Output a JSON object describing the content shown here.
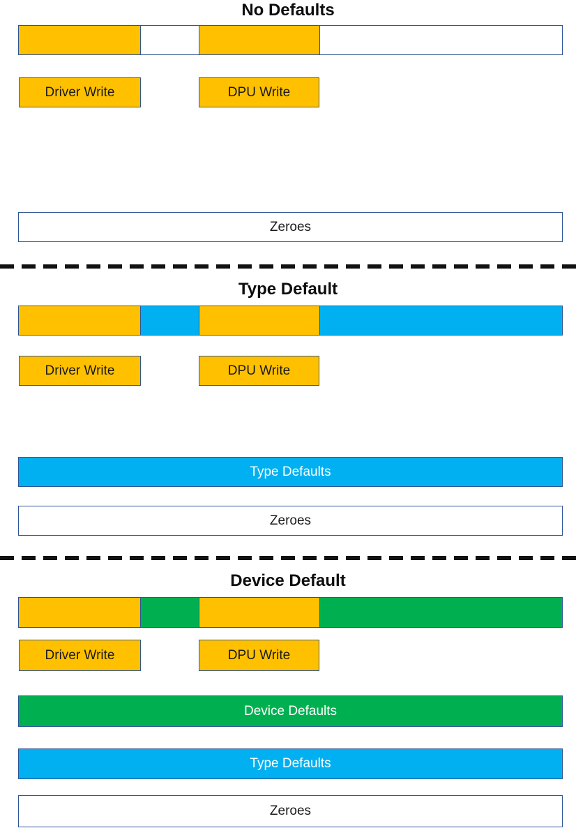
{
  "colors": {
    "yellow": "#FFC000",
    "blue": "#00B0F0",
    "green": "#00B050",
    "border": "#2F5597",
    "text_light": "#FFFFFF",
    "divider": "#111111"
  },
  "sections": [
    {
      "title": "No Defaults",
      "memory_bar": {
        "fill": "white",
        "segment_color": "yellow",
        "segments": [
          "driver-write",
          "dpu-write"
        ]
      },
      "driver_write_label": "Driver Write",
      "dpu_write_label": "DPU Write",
      "layers": [
        {
          "label": "Zeroes",
          "fill": "white"
        }
      ]
    },
    {
      "title": "Type Default",
      "memory_bar": {
        "fill": "blue",
        "segment_color": "yellow",
        "segments": [
          "driver-write",
          "dpu-write"
        ]
      },
      "driver_write_label": "Driver Write",
      "dpu_write_label": "DPU Write",
      "layers": [
        {
          "label": "Type Defaults",
          "fill": "blue"
        },
        {
          "label": "Zeroes",
          "fill": "white"
        }
      ]
    },
    {
      "title": "Device Default",
      "memory_bar": {
        "fill": "green",
        "segment_color": "yellow",
        "segments": [
          "driver-write",
          "dpu-write"
        ]
      },
      "driver_write_label": "Driver Write",
      "dpu_write_label": "DPU Write",
      "layers": [
        {
          "label": "Device Defaults",
          "fill": "green"
        },
        {
          "label": "Type Defaults",
          "fill": "blue"
        },
        {
          "label": "Zeroes",
          "fill": "white"
        }
      ]
    }
  ]
}
